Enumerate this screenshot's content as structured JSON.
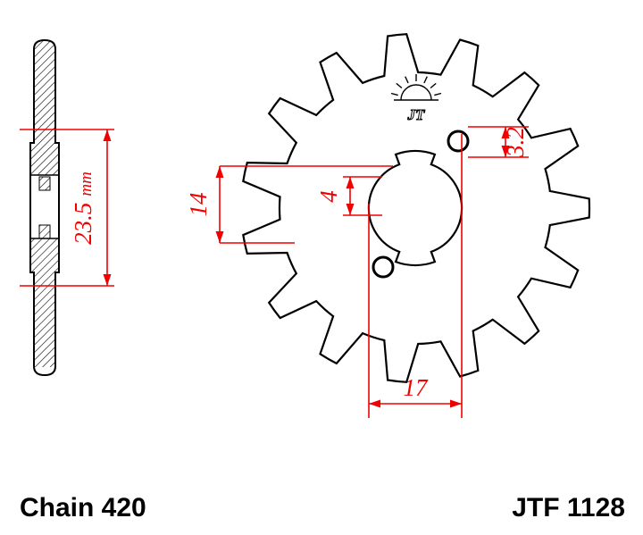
{
  "footer": {
    "chain_label": "Chain 420",
    "part_number": "JTF 1128"
  },
  "logo": {
    "brand": "JT"
  },
  "dimensions": {
    "hub_length": {
      "value": "23.5",
      "unit": "mm"
    },
    "spline_height": "14",
    "keyway_width": "4",
    "hole_offset": "3.2",
    "bore_span": "17"
  },
  "colors": {
    "dimension_red": "#f10000",
    "ink": "#000000",
    "background": "#ffffff"
  }
}
